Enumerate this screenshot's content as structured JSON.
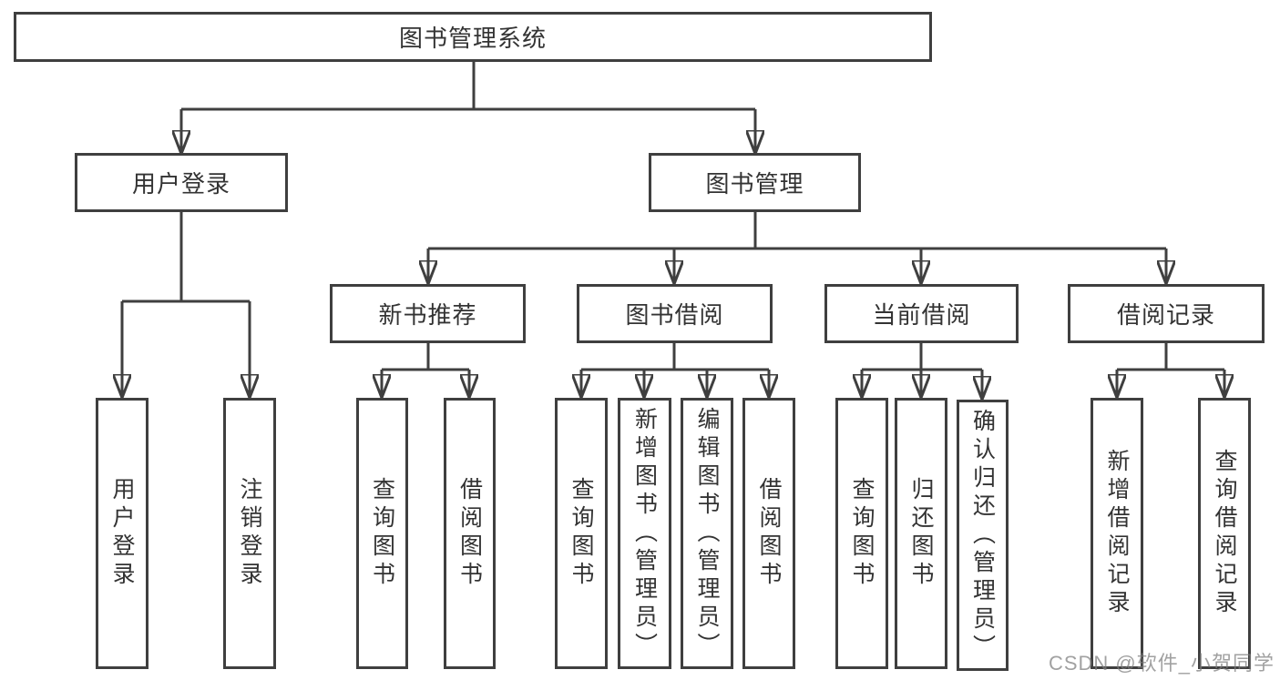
{
  "root": {
    "label": "图书管理系统"
  },
  "level2": {
    "user_login": "用户登录",
    "book_management": "图书管理"
  },
  "level3": {
    "new_book_recommend": "新书推荐",
    "book_borrow": "图书借阅",
    "current_borrow": "当前借阅",
    "borrow_records": "借阅记录"
  },
  "leaves": {
    "user_login": [
      "用户登录",
      "注销登录"
    ],
    "new_book_recommend": [
      "查询图书",
      "借阅图书"
    ],
    "book_borrow": [
      "查询图书",
      "新增图书（管理员）",
      "编辑图书（管理员）",
      "借阅图书"
    ],
    "current_borrow": [
      "查询图书",
      "归还图书",
      "确认归还（管理员）"
    ],
    "borrow_records": [
      "新增借阅记录",
      "查询借阅记录"
    ]
  },
  "watermark": "CSDN @软件_小贺同学",
  "colors": {
    "stroke": "#3f3f3f",
    "text": "#333333",
    "background": "#ffffff",
    "watermark": "#7d7d7d"
  }
}
